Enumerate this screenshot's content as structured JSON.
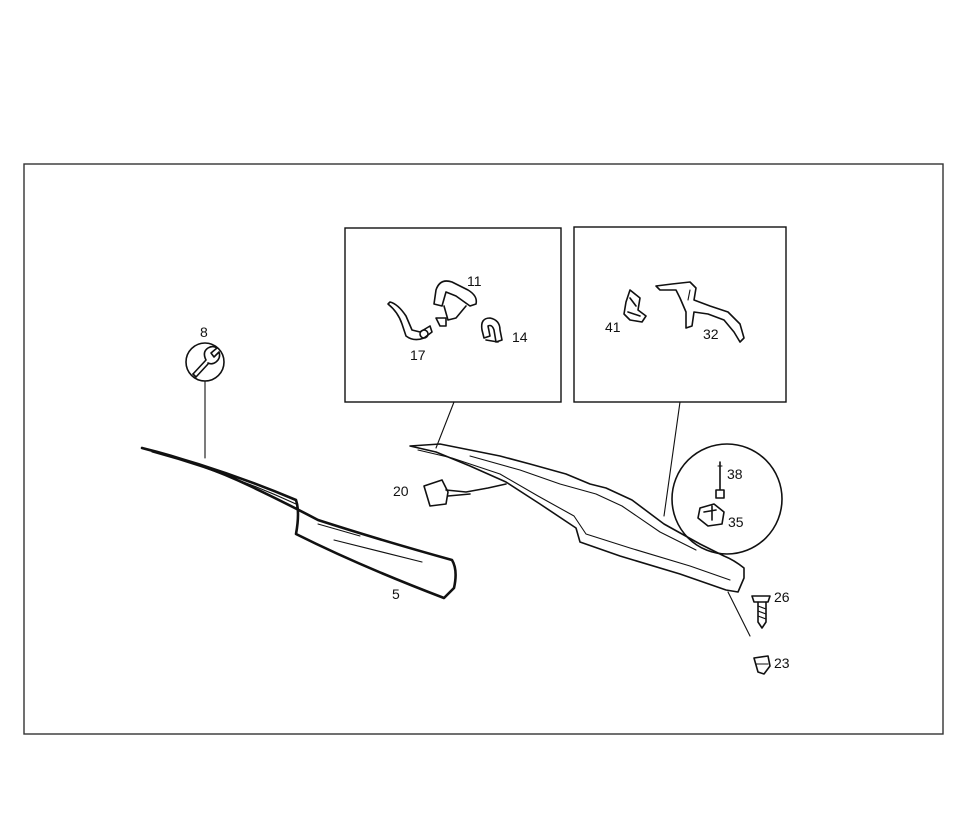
{
  "diagram": {
    "callouts": [
      {
        "id": "c5",
        "text": "5"
      },
      {
        "id": "c8",
        "text": "8"
      },
      {
        "id": "c11",
        "text": "11"
      },
      {
        "id": "c14",
        "text": "14"
      },
      {
        "id": "c17",
        "text": "17"
      },
      {
        "id": "c20",
        "text": "20"
      },
      {
        "id": "c23",
        "text": "23"
      },
      {
        "id": "c26",
        "text": "26"
      },
      {
        "id": "c32",
        "text": "32"
      },
      {
        "id": "c35",
        "text": "35"
      },
      {
        "id": "c38",
        "text": "38"
      },
      {
        "id": "c41",
        "text": "41"
      }
    ],
    "icons": {
      "service": "wrench-icon"
    }
  }
}
